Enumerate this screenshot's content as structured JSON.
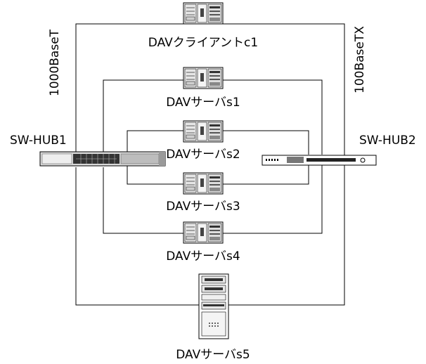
{
  "diagram": {
    "link_labels": {
      "left": "1000BaseT",
      "right": "100BaseTX"
    },
    "switches": {
      "hub1": {
        "label": "SW-HUB1"
      },
      "hub2": {
        "label": "SW-HUB2"
      }
    },
    "nodes": [
      {
        "id": "c1",
        "label": "DAVクライアントc1",
        "kind": "desktop"
      },
      {
        "id": "s1",
        "label": "DAVサーバs1",
        "kind": "desktop"
      },
      {
        "id": "s2",
        "label": "DAVサーバs2",
        "kind": "desktop"
      },
      {
        "id": "s3",
        "label": "DAVサーバs3",
        "kind": "desktop"
      },
      {
        "id": "s4",
        "label": "DAVサーバs4",
        "kind": "desktop"
      },
      {
        "id": "s5",
        "label": "DAVサーバs5",
        "kind": "tower"
      }
    ]
  }
}
